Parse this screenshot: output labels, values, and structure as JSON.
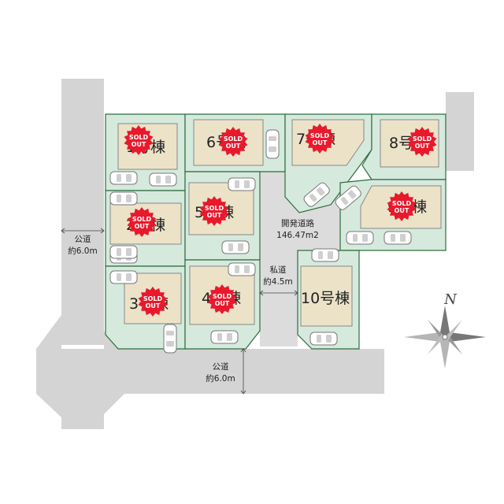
{
  "colors": {
    "lot_fill": "#d6e9dd",
    "lot_stroke": "#2e6e3e",
    "road": "#d4d4d4",
    "private_road": "#dcdcdc",
    "house": "#ebe2c8",
    "sold_badge": "#e8192c"
  },
  "roads": {
    "public_left": {
      "line1": "公道",
      "line2": "約6.0m"
    },
    "public_bottom": {
      "line1": "公道",
      "line2": "約6.0m"
    },
    "dev_road": {
      "line1": "開発道路",
      "line2": "146.47m2"
    },
    "private": {
      "line1": "私道",
      "line2": "約4.5m"
    }
  },
  "lots": [
    {
      "id": "1",
      "label": "1号棟",
      "sold": true
    },
    {
      "id": "2",
      "label": "2号棟",
      "sold": true
    },
    {
      "id": "3",
      "label": "3号棟",
      "sold": true
    },
    {
      "id": "4",
      "label": "4号棟",
      "sold": true
    },
    {
      "id": "5",
      "label": "5号棟",
      "sold": true
    },
    {
      "id": "6",
      "label": "6号棟",
      "sold": true
    },
    {
      "id": "7",
      "label": "7号棟",
      "sold": true
    },
    {
      "id": "8",
      "label": "8号棟",
      "sold": true
    },
    {
      "id": "9",
      "label": "9号棟",
      "sold": true
    },
    {
      "id": "10",
      "label": "10号棟",
      "sold": false
    }
  ],
  "sold_badge": {
    "line1": "SOLD",
    "line2": "OUT"
  },
  "compass": {
    "north_label": "N"
  }
}
